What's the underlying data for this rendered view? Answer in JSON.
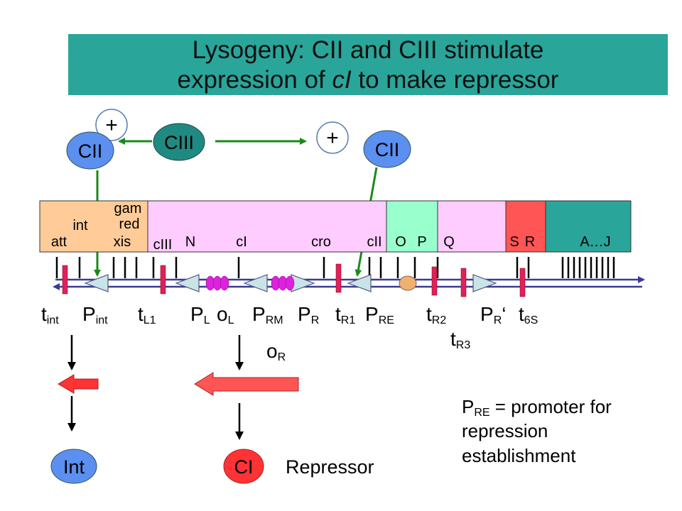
{
  "title": {
    "line1": "Lysogeny: CII and CIII stimulate",
    "line2_pre": "expression of ",
    "line2_italic": "cI",
    "line2_post": " to make repressor"
  },
  "colors": {
    "title_bg": "#2aa59a",
    "protein_blue": "#5b8ff0",
    "ciii_teal": "#1f8a82",
    "arrow_green": "#1a8a1a",
    "red_protein": "#ff3333",
    "promoter_red": "#e0205a",
    "terminator_red": "#e0205a",
    "operator_magenta": "#dd22dd",
    "dna_line": "#3a3a9a",
    "orange_region": "#ffcc99",
    "pink_region": "#ffccff",
    "green_region": "#99ffcc",
    "red_region": "#ff5555",
    "teal_region": "#2aa59a"
  },
  "proteins": {
    "cii_left": "CII",
    "ciii": "CIII",
    "cii_right": "CII",
    "plus_left": "+",
    "plus_right": "+"
  },
  "genes": {
    "gam": "gam",
    "red": "red",
    "int": "int",
    "att": "att",
    "xis": "xis",
    "ciii": "cIII",
    "n": "N",
    "ci": "cI",
    "cro": "cro",
    "cii": "cII",
    "o": "O",
    "p": "P",
    "q": "Q",
    "s": "S",
    "r": "R",
    "aj": "A…J"
  },
  "sites": {
    "t_int": {
      "main": "t",
      "sub": "int"
    },
    "p_int": {
      "main": "P",
      "sub": "int"
    },
    "t_l1": {
      "main": "t",
      "sub": "L1"
    },
    "p_l": {
      "main": "P",
      "sub": "L"
    },
    "o_l": {
      "main": "o",
      "sub": "L"
    },
    "p_rm": {
      "main": "P",
      "sub": "RM"
    },
    "p_r": {
      "main": "P",
      "sub": "R"
    },
    "t_r1": {
      "main": "t",
      "sub": "R1"
    },
    "p_re": {
      "main": "P",
      "sub": "RE"
    },
    "t_r2": {
      "main": "t",
      "sub": "R2"
    },
    "p_r_prime": {
      "main": "P",
      "sub": "R",
      "suffix": "‘"
    },
    "t_6s": {
      "main": "t",
      "sub": "6S"
    },
    "t_r3": {
      "main": "t",
      "sub": "R3"
    },
    "o_r": {
      "main": "o",
      "sub": "R"
    }
  },
  "products": {
    "int": "Int",
    "ci": "CI",
    "repressor": "Repressor"
  },
  "note": {
    "pre_main": "P",
    "pre_sub": "RE",
    "line1_rest": " = promoter for",
    "line2": "repression",
    "line3": "establishment"
  }
}
